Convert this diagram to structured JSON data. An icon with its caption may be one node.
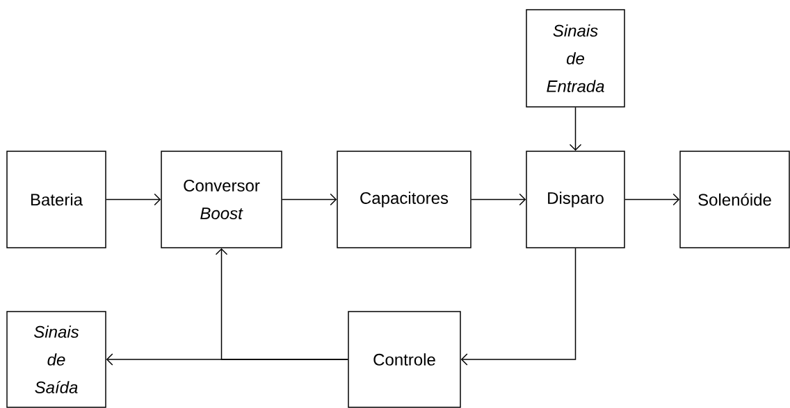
{
  "diagram": {
    "nodes": [
      {
        "text": [
          "Bateria"
        ]
      },
      {
        "text": [
          "Conversor *Boost*"
        ]
      },
      {
        "text": [
          "Capacitores"
        ]
      },
      {
        "text": [
          "Sinais de Entrada"
        ]
      },
      {
        "text": [
          "Disparo"
        ]
      },
      {
        "text": [
          "Solenóide"
        ]
      },
      {
        "text": [
          "Sinais de Saída"
        ]
      },
      {
        "text": [
          "Controle"
        ]
      }
    ],
    "edges": [
      {
        "from": 0,
        "to": 1,
        "arrow": "to"
      },
      {
        "from": 1,
        "to": 2,
        "arrow": "to"
      },
      {
        "from": 2,
        "to": 4,
        "arrow": "to"
      },
      {
        "from": 3,
        "to": 4,
        "arrow": "to"
      },
      {
        "from": 4,
        "to": 5,
        "arrow": "to"
      },
      {
        "from": 4,
        "to": 7,
        "arrow": "to"
      },
      {
        "from": 7,
        "to": 6,
        "arrow": "to"
      },
      {
        "from": 7,
        "to": 1,
        "arrow": "to"
      }
    ]
  }
}
